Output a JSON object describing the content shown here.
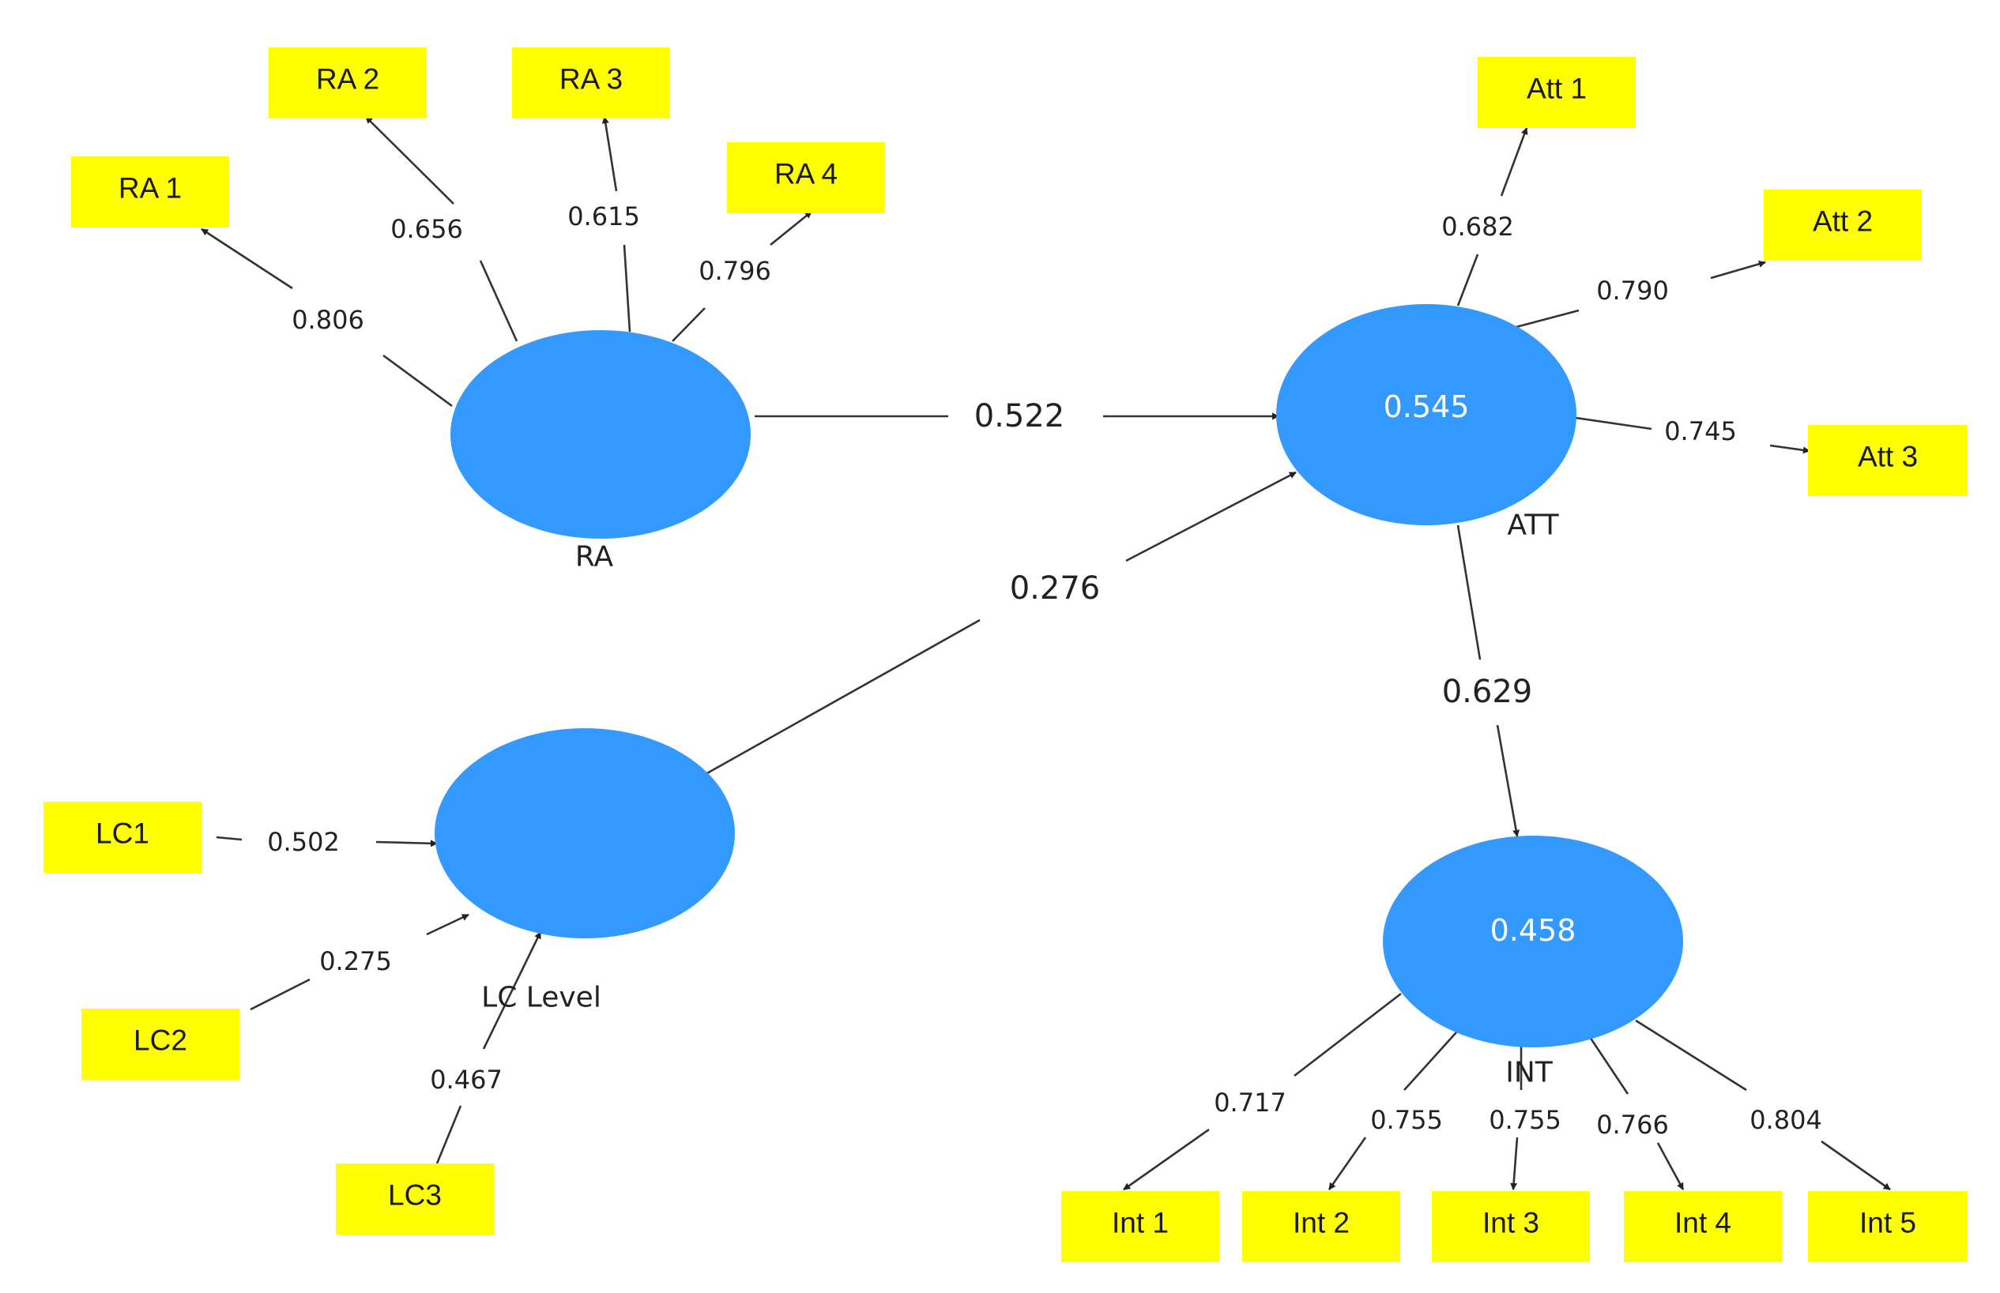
{
  "constructs": {
    "RA": {
      "label": "RA",
      "r2": ""
    },
    "LC": {
      "label": "LC Level",
      "r2": ""
    },
    "ATT": {
      "label": "ATT",
      "r2": "0.545"
    },
    "INT": {
      "label": "INT",
      "r2": "0.458"
    }
  },
  "indicators": {
    "RA1": "RA 1",
    "RA2": "RA 2",
    "RA3": "RA 3",
    "RA4": "RA 4",
    "Att1": "Att 1",
    "Att2": "Att 2",
    "Att3": "Att 3",
    "LC1": "LC1",
    "LC2": "LC2",
    "LC3": "LC3",
    "Int1": "Int 1",
    "Int2": "Int 2",
    "Int3": "Int 3",
    "Int4": "Int 4",
    "Int5": "Int 5"
  },
  "loadings": {
    "RA1": "0.806",
    "RA2": "0.656",
    "RA3": "0.615",
    "RA4": "0.796",
    "Att1": "0.682",
    "Att2": "0.790",
    "Att3": "0.745",
    "LC1": "0.502",
    "LC2": "0.275",
    "LC3": "0.467",
    "Int1": "0.717",
    "Int2": "0.755",
    "Int3": "0.755",
    "Int4": "0.766",
    "Int5": "0.804"
  },
  "paths": {
    "RA_ATT": "0.522",
    "LC_ATT": "0.276",
    "ATT_INT": "0.629"
  },
  "colors": {
    "construct": "#3399ff",
    "indicator": "#ffff00",
    "edge": "#333333"
  }
}
